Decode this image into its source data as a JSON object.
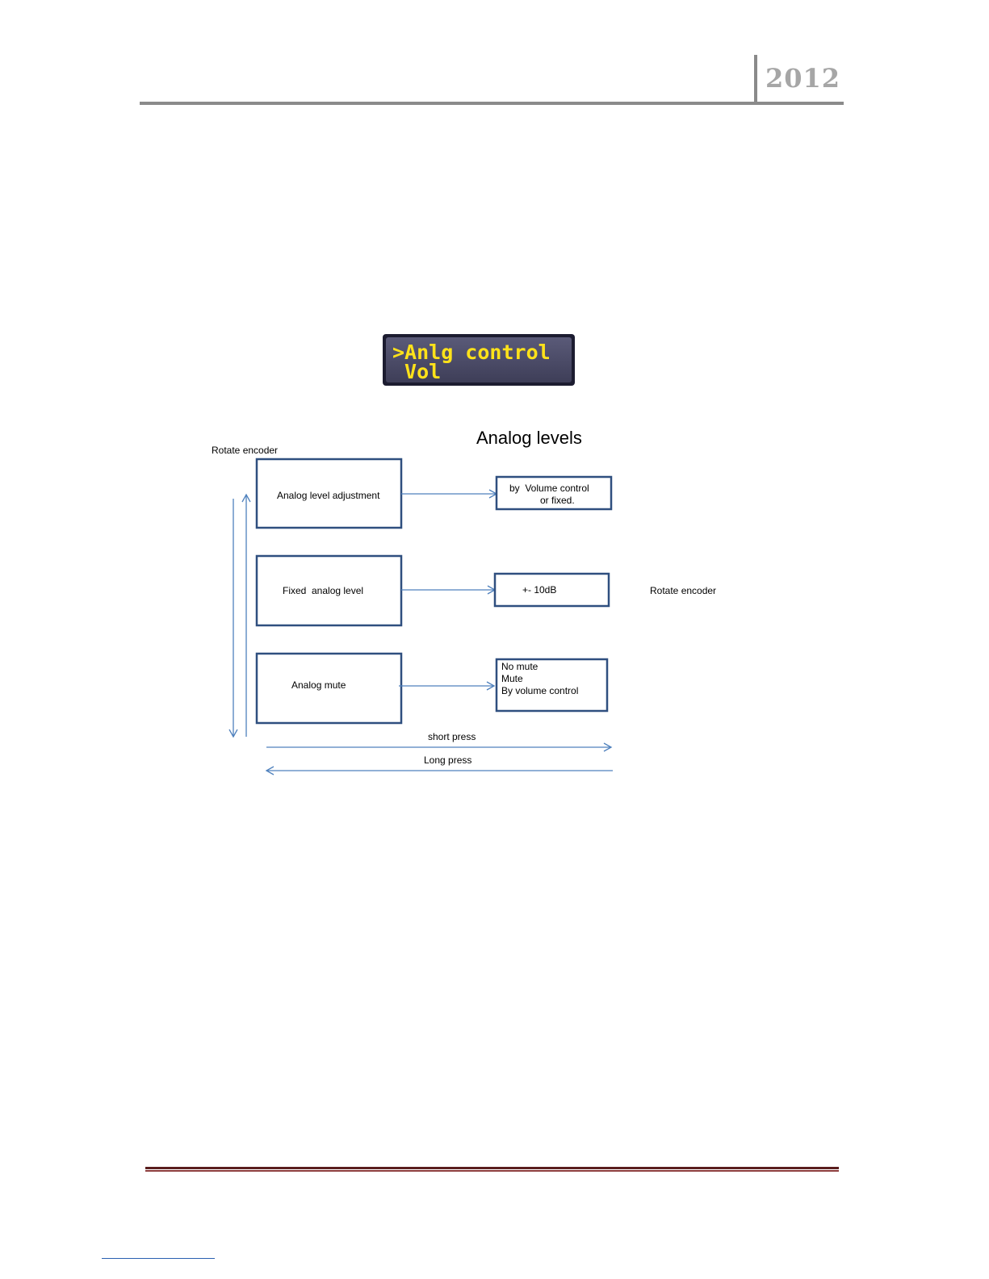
{
  "header": {
    "year": "2012"
  },
  "lcd": {
    "line1": ">Anlg control",
    "line2": " Vol"
  },
  "diagram": {
    "title": "Analog levels",
    "rotate_label_left": "Rotate encoder",
    "rotate_label_right": "Rotate encoder",
    "menu_items": [
      "Analog level adjustment",
      "Fixed  analog level",
      "Analog mute"
    ],
    "option_box1_line1": "by  Volume control",
    "option_box1_line2": "or fixed.",
    "option_box2": "+- 10dB",
    "option_box3": [
      "No mute",
      "Mute",
      "By volume control"
    ],
    "short_press": "short press",
    "long_press": "Long press",
    "colors": {
      "box_border": "#2f4f7f",
      "arrow": "#4f81bd"
    }
  }
}
